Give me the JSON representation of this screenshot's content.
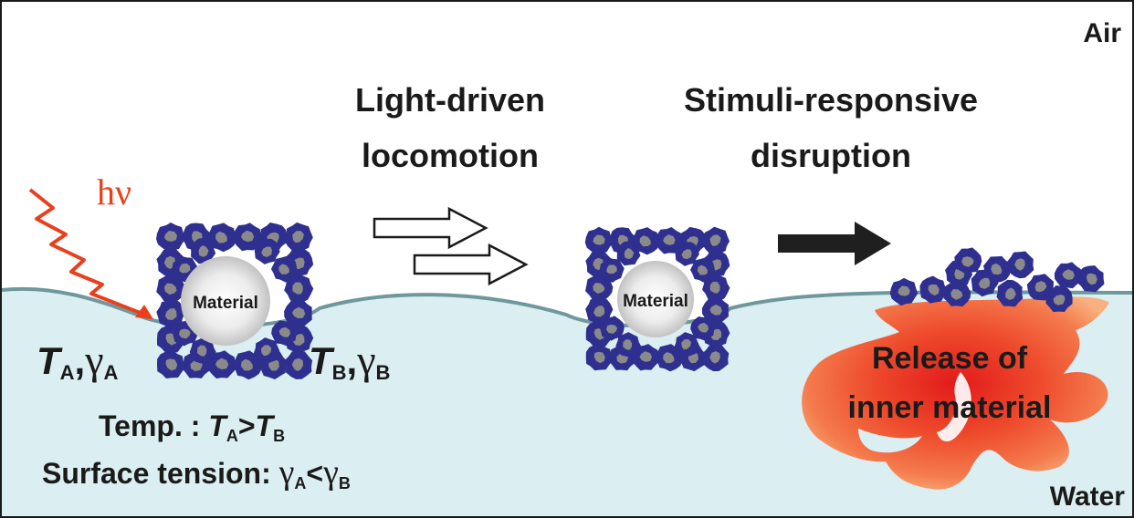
{
  "labels": {
    "air": "Air",
    "water": "Water",
    "hv": "hν",
    "light_driven_line1": "Light-driven",
    "light_driven_line2": "locomotion",
    "stimuli_line1": "Stimuli-responsive",
    "stimuli_line2": "disruption",
    "material_1": "Material",
    "material_2": "Material",
    "release_line1": "Release of",
    "release_line2": "inner material"
  },
  "symbols": {
    "T": "T",
    "gamma": "γ",
    "sub_A": "A",
    "sub_B": "B",
    "comma": ",",
    "greater": ">",
    "less": "<",
    "temp_prefix": "Temp. : ",
    "tension_prefix": "Surface tension: "
  },
  "colors": {
    "water": "#dbeef1",
    "surface_line": "#6f989d",
    "particle": "#2e2f8f",
    "particle_core": "#8a8a8a",
    "light": "#e8401c",
    "release_outer": "#f06b3f",
    "release_inner": "#e01f1f",
    "arrow_solid": "#1f1f1f"
  }
}
